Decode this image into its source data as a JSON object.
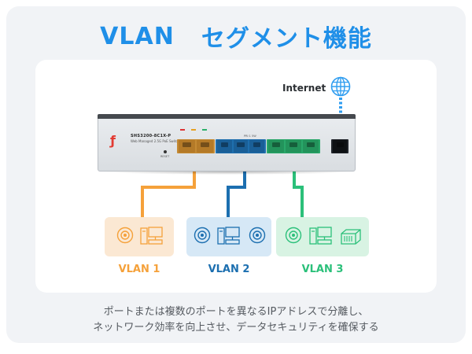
{
  "title": {
    "part1": "VLAN",
    "part2": "セグメント機能"
  },
  "switch": {
    "model": "SHS3200-8C1X-P",
    "subtitle": "Web Managed 2.5G PoE Switch",
    "reset_label": "RESET",
    "poe_label": "PRI 1 5W"
  },
  "internet": {
    "label": "Internet"
  },
  "vlans": [
    {
      "label": "VLAN 1",
      "color": "#f5a13a"
    },
    {
      "label": "VLAN 2",
      "color": "#1c6fb0"
    },
    {
      "label": "VLAN 3",
      "color": "#2bc07a"
    }
  ],
  "caption": {
    "line1": "ポートまたは複数のポートを異なるIPアドレスで分離し、",
    "line2": "ネットワーク効率を向上させ、データセキュリティを確保する"
  },
  "colors": {
    "title": "#1f8fe8",
    "orange": "#f5a13a",
    "blue": "#1c6fb0",
    "green": "#2bc07a"
  },
  "icons": [
    "globe-icon",
    "camera-icon",
    "desktop-pc-icon",
    "network-device-icon"
  ]
}
